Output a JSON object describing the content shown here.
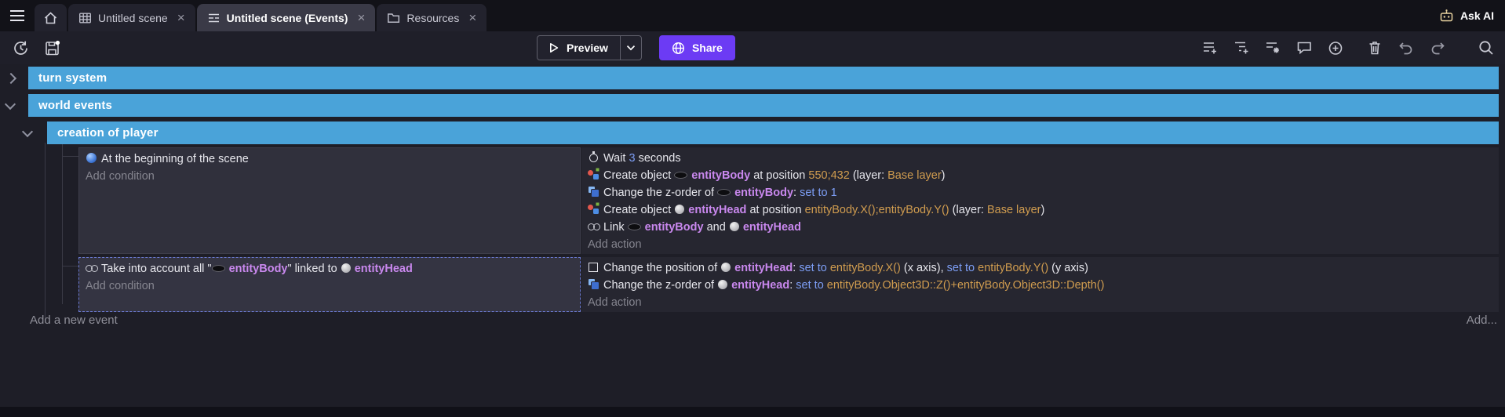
{
  "tabbar": {
    "tabs": [
      {
        "label": "Untitled scene"
      },
      {
        "label": "Untitled scene (Events)",
        "active": true
      },
      {
        "label": "Resources"
      }
    ],
    "ask_ai": "Ask AI"
  },
  "toolbar": {
    "preview": "Preview",
    "share": "Share"
  },
  "events": {
    "groups": [
      {
        "label": "turn system"
      },
      {
        "label": "world events"
      },
      {
        "label": "creation of player"
      }
    ],
    "event1": {
      "condition": [
        {
          "icon": "scene-start"
        },
        {
          "t": "At the beginning of the scene",
          "k": "plain"
        }
      ],
      "add_condition": "Add condition",
      "actions": [
        [
          {
            "icon": "timer"
          },
          {
            "t": "Wait ",
            "k": "plain"
          },
          {
            "t": "3",
            "k": "num"
          },
          {
            "t": " seconds",
            "k": "plain"
          }
        ],
        [
          {
            "icon": "create-object"
          },
          {
            "t": "Create object ",
            "k": "plain"
          },
          {
            "icon": "entity-body"
          },
          {
            "t": "entityBody",
            "k": "obj"
          },
          {
            "t": " at position ",
            "k": "plain"
          },
          {
            "t": "550;432",
            "k": "expr"
          },
          {
            "t": " (layer: ",
            "k": "plain"
          },
          {
            "t": "Base layer",
            "k": "str"
          },
          {
            "t": ")",
            "k": "plain"
          }
        ],
        [
          {
            "icon": "zorder"
          },
          {
            "t": "Change the z-order of ",
            "k": "plain"
          },
          {
            "icon": "entity-body"
          },
          {
            "t": "entityBody",
            "k": "obj"
          },
          {
            "t": ": ",
            "k": "plain"
          },
          {
            "t": "set to",
            "k": "op"
          },
          {
            "t": " ",
            "k": "plain"
          },
          {
            "t": "1",
            "k": "num"
          }
        ],
        [
          {
            "icon": "create-object"
          },
          {
            "t": "Create object ",
            "k": "plain"
          },
          {
            "icon": "entity-head"
          },
          {
            "t": "entityHead",
            "k": "obj"
          },
          {
            "t": " at position ",
            "k": "plain"
          },
          {
            "t": "entityBody.X();entityBody.Y()",
            "k": "expr"
          },
          {
            "t": " (layer: ",
            "k": "plain"
          },
          {
            "t": "Base layer",
            "k": "str"
          },
          {
            "t": ")",
            "k": "plain"
          }
        ],
        [
          {
            "icon": "link"
          },
          {
            "t": "Link ",
            "k": "plain"
          },
          {
            "icon": "entity-body"
          },
          {
            "t": "entityBody",
            "k": "obj"
          },
          {
            "t": " and ",
            "k": "plain"
          },
          {
            "icon": "entity-head"
          },
          {
            "t": "entityHead",
            "k": "obj"
          }
        ]
      ],
      "add_action": "Add action"
    },
    "event2": {
      "condition": [
        {
          "icon": "link"
        },
        {
          "t": "Take into account all \"",
          "k": "plain"
        },
        {
          "icon": "entity-body"
        },
        {
          "t": "entityBody",
          "k": "obj"
        },
        {
          "t": "\" linked to ",
          "k": "plain"
        },
        {
          "icon": "entity-head"
        },
        {
          "t": "entityHead",
          "k": "obj"
        }
      ],
      "add_condition": "Add condition",
      "actions": [
        [
          {
            "icon": "position"
          },
          {
            "t": "Change the position of ",
            "k": "plain"
          },
          {
            "icon": "entity-head"
          },
          {
            "t": "entityHead",
            "k": "obj"
          },
          {
            "t": ": ",
            "k": "plain"
          },
          {
            "t": "set to",
            "k": "op"
          },
          {
            "t": " ",
            "k": "plain"
          },
          {
            "t": "entityBody.X()",
            "k": "expr"
          },
          {
            "t": " (x axis), ",
            "k": "plain"
          },
          {
            "t": "set to",
            "k": "op"
          },
          {
            "t": " ",
            "k": "plain"
          },
          {
            "t": "entityBody.Y()",
            "k": "expr"
          },
          {
            "t": " (y axis)",
            "k": "plain"
          }
        ],
        [
          {
            "icon": "zorder"
          },
          {
            "t": "Change the z-order of ",
            "k": "plain"
          },
          {
            "icon": "entity-head"
          },
          {
            "t": "entityHead",
            "k": "obj"
          },
          {
            "t": ": ",
            "k": "plain"
          },
          {
            "t": "set to",
            "k": "op"
          },
          {
            "t": " ",
            "k": "plain"
          },
          {
            "t": "entityBody.Object3D::Z()+entityBody.Object3D::Depth()",
            "k": "expr"
          }
        ]
      ],
      "add_action": "Add action"
    },
    "footer": {
      "add_new_event": "Add a new event",
      "add_more": "Add..."
    }
  },
  "colors": {
    "group_bar": "#4aa3d9",
    "share_button": "#6c3bf4",
    "object_name": "#c988ee",
    "number": "#7d9ef5",
    "expression": "#d09c4f",
    "muted_text": "#85858f"
  }
}
